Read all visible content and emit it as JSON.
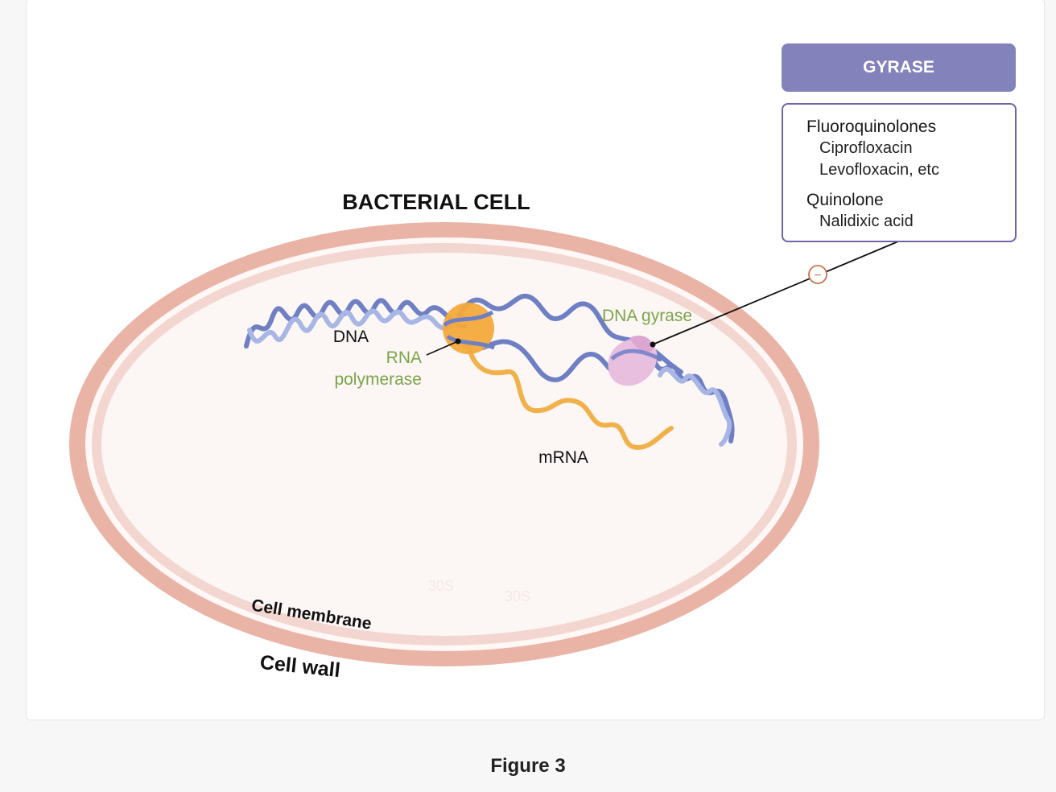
{
  "diagram": {
    "title": "BACTERIAL CELL",
    "labels": {
      "dna": "DNA",
      "rna_polymerase_line1": "RNA",
      "rna_polymerase_line2": "polymerase",
      "mrna": "mRNA",
      "dna_gyrase": "DNA gyrase",
      "cell_membrane": "Cell membrane",
      "cell_wall": "Cell wall",
      "ribosome_1": "30S",
      "ribosome_2": "30S",
      "inhibition_symbol": "−"
    },
    "colors": {
      "cell_wall": "#e9b3a6",
      "cell_membrane": "#f3d6d0",
      "cytoplasm": "#fcf6f5",
      "dna_strand": "#6f7fc4",
      "dna_strand_light": "#a8b6e6",
      "mrna": "#f1b14a",
      "rna_polymerase": "#f4a93b",
      "dna_gyrase": "#e9bfe0",
      "label_green": "#7aa54a",
      "inhibit_orange": "#c8724a"
    }
  },
  "gyrase_panel": {
    "header": "GYRASE",
    "groups": [
      {
        "class": "Fluoroquinolones",
        "drugs": [
          "Ciprofloxacin",
          "Levofloxacin, etc"
        ]
      },
      {
        "class": "Quinolone",
        "drugs": [
          "Nalidixic acid"
        ]
      }
    ]
  },
  "caption": "Figure 3"
}
